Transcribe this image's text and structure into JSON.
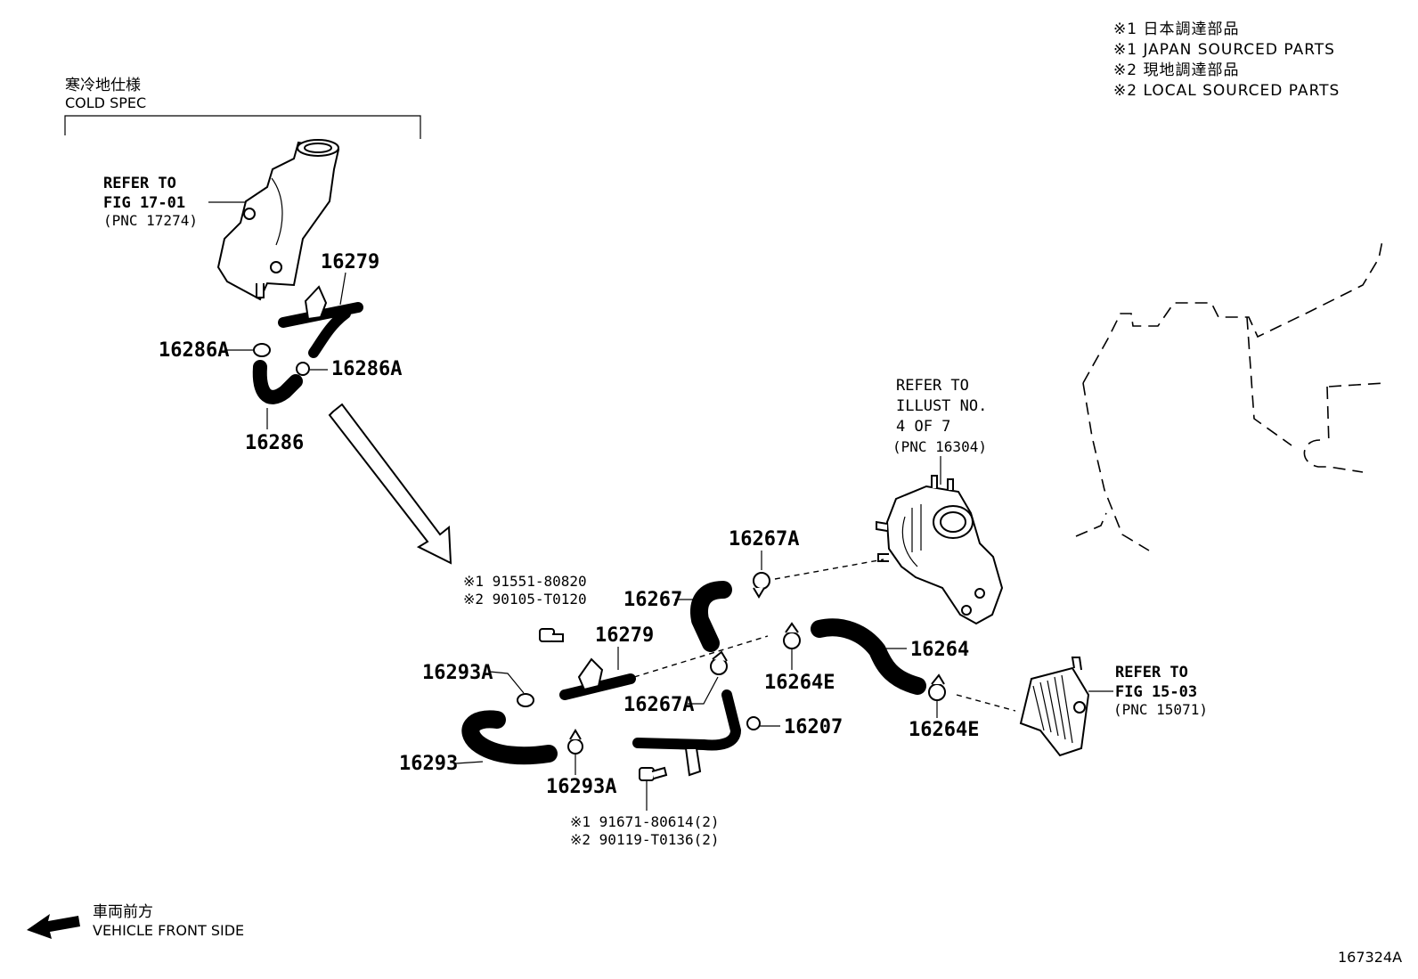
{
  "notes": {
    "line1": "※1 日本調達部品",
    "line2": "※1 JAPAN SOURCED PARTS",
    "line3": "※2 現地調達部品",
    "line4": "※2 LOCAL SOURCED PARTS"
  },
  "cold_spec": {
    "jp": "寒冷地仕様",
    "en": "COLD SPEC"
  },
  "refs": {
    "ref_17": {
      "line1": "REFER TO",
      "line2": "FIG 17-01",
      "line3": "(PNC 17274)"
    },
    "ref_16304": {
      "line1": "REFER TO",
      "line2": "ILLUST NO.",
      "line3": "4 OF 7",
      "line4": "(PNC 16304)"
    },
    "ref_15": {
      "line1": "REFER TO",
      "line2": "FIG 15-03",
      "line3": "(PNC 15071)"
    }
  },
  "parts": {
    "p16279_top": "16279",
    "p16286A_left": "16286A",
    "p16286A_right": "16286A",
    "p16286": "16286",
    "p16267A_top": "16267A",
    "p16267": "16267",
    "p16279_main": "16279",
    "p16293A_top": "16293A",
    "p16264E_mid": "16264E",
    "p16264": "16264",
    "p16267A_bottom": "16267A",
    "p16207": "16207",
    "p16264E_right": "16264E",
    "p16293": "16293",
    "p16293A_bottom": "16293A"
  },
  "bolts": {
    "b1_line1": "※1 91551-80820",
    "b1_line2": "※2 90105-T0120",
    "b2_line1": "※1 91671-80614(2)",
    "b2_line2": "※2 90119-T0136(2)"
  },
  "direction": {
    "jp": "車両前方",
    "en": "VEHICLE FRONT SIDE"
  },
  "illustration_id": "167324A"
}
